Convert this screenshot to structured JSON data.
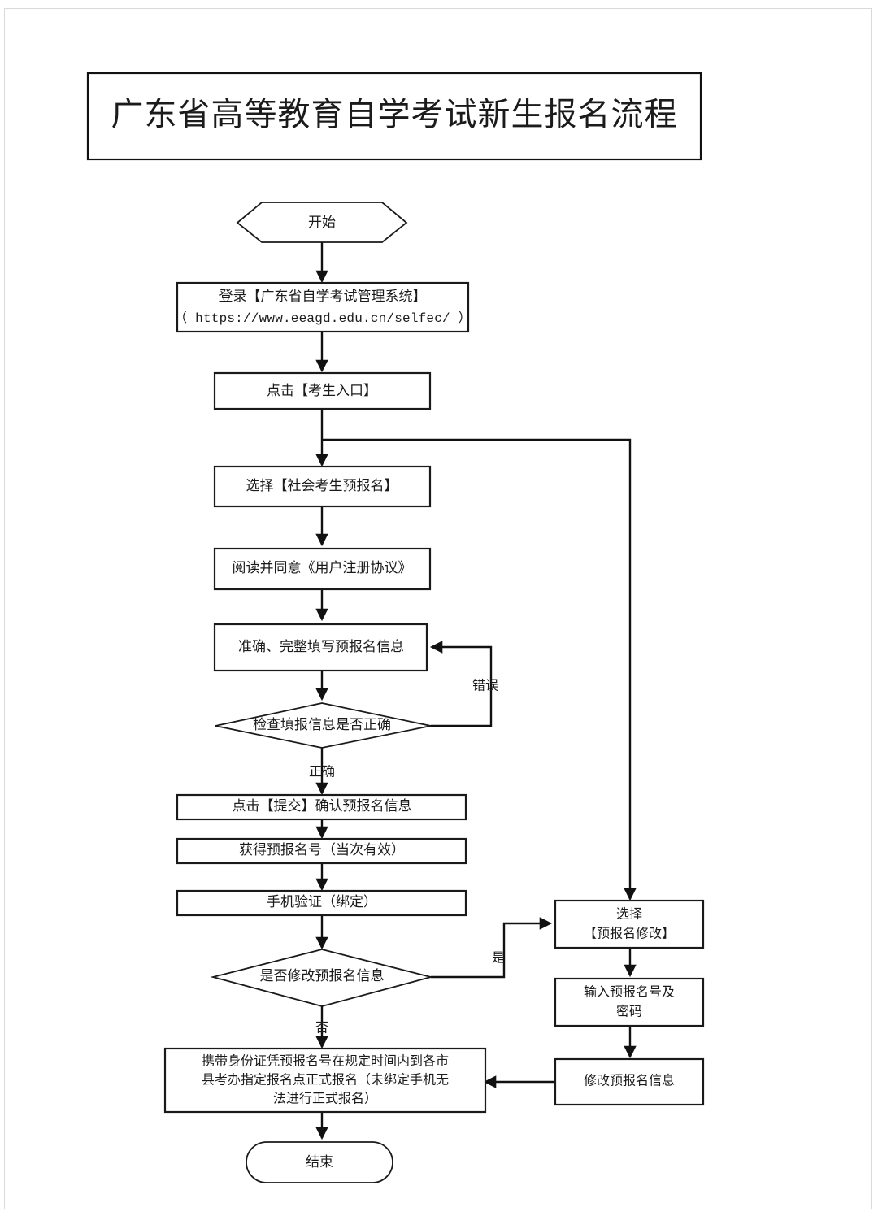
{
  "document": {
    "title": "广东省高等教育自学考试新生报名流程",
    "type": "flowchart"
  },
  "chart_data": {
    "type": "diagram",
    "title": "广东省高等教育自学考试新生报名流程",
    "nodes": [
      {
        "id": "start",
        "shape": "hexagon",
        "text": "开始"
      },
      {
        "id": "login",
        "shape": "process",
        "text_line1": "登录【广东省自学考试管理系统】",
        "text_line2": "（ https://www.eeagd.edu.cn/selfec/ ）"
      },
      {
        "id": "entry",
        "shape": "process",
        "text": "点击【考生入口】"
      },
      {
        "id": "choose_pre",
        "shape": "process",
        "text": "选择【社会考生预报名】"
      },
      {
        "id": "agree",
        "shape": "process",
        "text": "阅读并同意《用户注册协议》"
      },
      {
        "id": "fill",
        "shape": "process",
        "text": "准确、完整填写预报名信息"
      },
      {
        "id": "check",
        "shape": "decision",
        "text": "检查填报信息是否正确"
      },
      {
        "id": "submit",
        "shape": "process",
        "text": "点击【提交】确认预报名信息"
      },
      {
        "id": "get_number",
        "shape": "process",
        "text": "获得预报名号（当次有效）"
      },
      {
        "id": "phone",
        "shape": "process",
        "text": "手机验证（绑定）"
      },
      {
        "id": "modify_q",
        "shape": "decision",
        "text": "是否修改预报名信息"
      },
      {
        "id": "final_reg",
        "shape": "process",
        "text_line1": "携带身份证凭预报名号在规定时间内到各市",
        "text_line2": "县考办指定报名点正式报名（未绑定手机无",
        "text_line3": "法进行正式报名）"
      },
      {
        "id": "end",
        "shape": "terminator",
        "text": "结束"
      },
      {
        "id": "choose_modify",
        "shape": "process",
        "text_line1": "选择",
        "text_line2": "【预报名修改】"
      },
      {
        "id": "input_credentials",
        "shape": "process",
        "text_line1": "输入预报名号及",
        "text_line2": "密码"
      },
      {
        "id": "do_modify",
        "shape": "process",
        "text": "修改预报名信息"
      }
    ],
    "edge_labels": {
      "check_wrong": "错误",
      "check_right": "正确",
      "modify_yes": "是",
      "modify_no": "否"
    },
    "edges": [
      {
        "from": "start",
        "to": "login"
      },
      {
        "from": "login",
        "to": "entry"
      },
      {
        "from": "entry",
        "to": "choose_pre"
      },
      {
        "from": "entry",
        "to": "choose_modify"
      },
      {
        "from": "choose_pre",
        "to": "agree"
      },
      {
        "from": "agree",
        "to": "fill"
      },
      {
        "from": "fill",
        "to": "check"
      },
      {
        "from": "check",
        "to": "fill",
        "label": "错误"
      },
      {
        "from": "check",
        "to": "submit",
        "label": "正确"
      },
      {
        "from": "submit",
        "to": "get_number"
      },
      {
        "from": "get_number",
        "to": "phone"
      },
      {
        "from": "phone",
        "to": "modify_q"
      },
      {
        "from": "modify_q",
        "to": "choose_modify",
        "label": "是"
      },
      {
        "from": "modify_q",
        "to": "final_reg",
        "label": "否"
      },
      {
        "from": "choose_modify",
        "to": "input_credentials"
      },
      {
        "from": "input_credentials",
        "to": "do_modify"
      },
      {
        "from": "do_modify",
        "to": "final_reg"
      },
      {
        "from": "final_reg",
        "to": "end"
      }
    ],
    "colors": {
      "stroke": "#1a1a1a",
      "fill": "#ffffff",
      "text": "#1b1b1b"
    }
  }
}
